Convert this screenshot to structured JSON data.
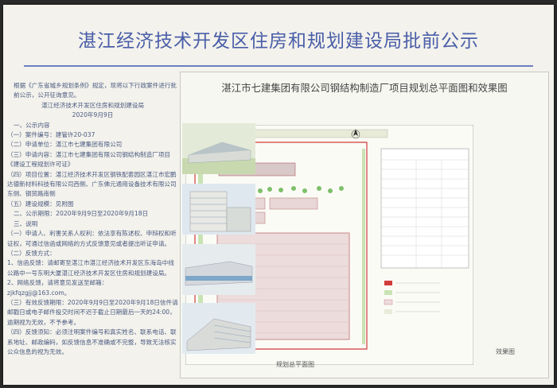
{
  "notice": {
    "title": "湛江经济技术开发区住房和规划建设局批前公示"
  },
  "left": {
    "intro": "根据《广东省城乡规划条例》规定，现将以下行政案件进行批前公示，公开征询意见。",
    "issuer": "湛江经济技术开发区住房和规划建设局",
    "date": "2020年9月9日",
    "s1": "一、公示内容",
    "s1_1": "（一）案件编号：建管许20-037",
    "s1_2": "（二）申请单位：湛江市七建集团有限公司",
    "s1_3": "（三）申请内容：湛江市七建集团有限公司钢结构制造厂项目《建设工程规划许可证》",
    "s1_4": "（四）项目位置：湛江经济技术开发区钢铁配套园区湛江市宏鹏达德新材料科技有限公司西侧、广东佛元通用设备技术有限公司东侧、钢贸路南侧",
    "s1_5": "（五）建设规模：见附图",
    "s2": "二、公示期限：2020年9月9日至2020年9月18日",
    "s3": "三、说明",
    "s3_1": "（一）申请人、利害关系人权利：依法享有陈述权、申辩权和听证权，可通过信函或网络的方式反馈意见或者提出听证申请。",
    "s3_2": "（二）反馈方式：",
    "s3_2a": "1、信函反馈：请邮寄至湛江市湛江经济技术开发区东海岛中线公路中一号东明大厦湛江经济技术开发区住房和规划建设局。",
    "s3_2b": "2、网络反馈，请将意见发送至邮箱：",
    "email": "zjkfqzgjj@163.com。",
    "s3_3": "（三）有效反馈期限：2020年9月9日至2020年9月18日信件请邮戳日或电子邮件投交时间不迟于截止日期最后一天的24:00，逾期视为无效，不予参考。",
    "s3_4": "（四）反馈须知：必须注明案件编号和真实姓名、联系电话、联系地址、邮政编码，如反馈信息不准确或不完整，导致无法核实公众信息的视为无效。"
  },
  "right": {
    "title": "湛江市七建集团有限公司钢结构制造厂项目规划总平面图和效果图",
    "plan_caption": "规划总平面图",
    "render_caption": "效果图"
  },
  "colors": {
    "title": "#4a5ea8",
    "rule": "#6b7fc2",
    "board": "#f3f2ec",
    "text": "#4a5a80"
  }
}
